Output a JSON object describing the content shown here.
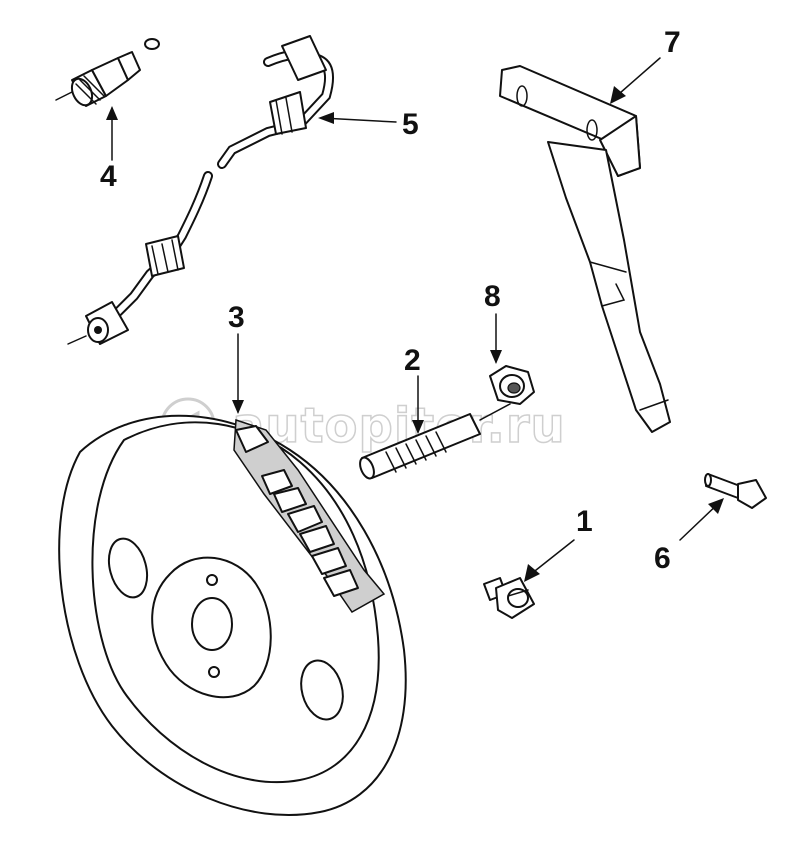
{
  "watermark": "autopiter.ru",
  "colors": {
    "line": "#111111",
    "shade": "#cfcfcf",
    "watermark": "#cfcfcf",
    "background": "#ffffff"
  },
  "callouts": [
    {
      "id": "1",
      "label": "1"
    },
    {
      "id": "2",
      "label": "2"
    },
    {
      "id": "3",
      "label": "3"
    },
    {
      "id": "4",
      "label": "4"
    },
    {
      "id": "5",
      "label": "5"
    },
    {
      "id": "6",
      "label": "6"
    },
    {
      "id": "7",
      "label": "7"
    },
    {
      "id": "8",
      "label": "8"
    }
  ]
}
